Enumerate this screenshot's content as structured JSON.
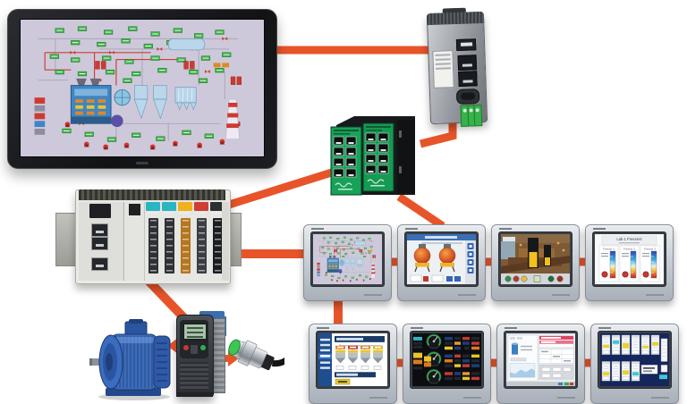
{
  "diagram": {
    "type": "industrial-automation-architecture",
    "connector_color": "#e8542a"
  },
  "devices": {
    "monitor": {
      "label": "scada-monitor",
      "screen": "process-mimic"
    },
    "gateway": {
      "label": "din-rail-protocol-gateway"
    },
    "switch_pair": {
      "label": "managed-ethernet-switches",
      "count": 2,
      "ports_each": 8,
      "panel_color": "#17a258"
    },
    "plc": {
      "label": "modular-plc-io-rack",
      "module_cap_colors": [
        "#2ab5c4",
        "#2ab5c4",
        "#efb11d",
        "#cf3f36",
        "#2d2f31"
      ]
    },
    "motor": {
      "label": "ac-induction-motor",
      "color": "#2f5fae"
    },
    "vfd": {
      "label": "variable-frequency-drive"
    },
    "sensor": {
      "label": "proximity-sensor"
    }
  },
  "hmi": {
    "row1": [
      "process-mimic",
      "batch-vessels",
      "packaging-line",
      "lab-freezers"
    ],
    "row2": [
      "batching-overview",
      "gauge-dashboard",
      "recipe-report",
      "bar-faceplates"
    ],
    "freezers": {
      "title": "Lab 1 Freezers",
      "columns": [
        "Freezer 1",
        "Freezer 2",
        "Freezer 3"
      ]
    }
  }
}
